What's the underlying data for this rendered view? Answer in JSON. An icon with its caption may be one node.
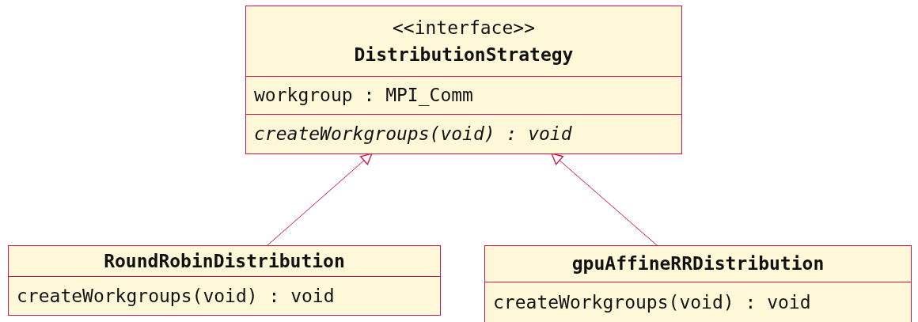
{
  "diagram": {
    "nodes": [
      {
        "text": [
          "<<interface>>",
          "DistributionStrategy",
          "workgroup : MPI_Comm",
          "createWorkgroups(void) : void"
        ]
      },
      {
        "text": [
          "RoundRobinDistribution",
          "createWorkgroups(void) : void"
        ]
      },
      {
        "text": [
          "gpuAffineRRDistribution",
          "createWorkgroups(void) : void"
        ]
      }
    ],
    "edges": [
      {
        "from": 1,
        "to": 0,
        "arrow": "to"
      },
      {
        "from": 2,
        "to": 0,
        "arrow": "to"
      }
    ]
  }
}
